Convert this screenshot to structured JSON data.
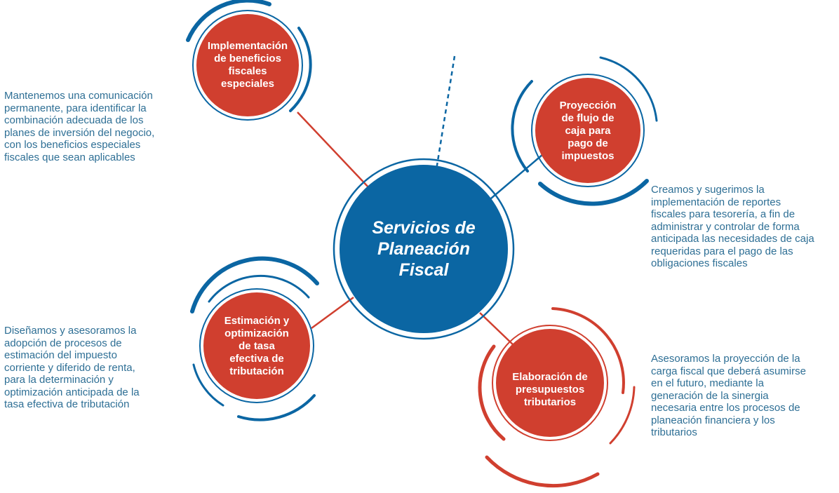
{
  "colors": {
    "red": "#d03f2f",
    "blue": "#0b66a3",
    "text_blue": "#2e6f95",
    "node_text": "#ffffff"
  },
  "center": {
    "label": "Servicios de\nPlaneación\nFiscal"
  },
  "nodes": [
    {
      "id": "implementacion",
      "label": "Implementación\nde beneficios\nfiscales\nespeciales",
      "description": "Mantenemos una comunicación\npermanente, para identificar la\ncombinación adecuada de los\nplanes de inversión del negocio,\ncon los beneficios especiales\nfiscales que sean aplicables",
      "arc_color": "blue"
    },
    {
      "id": "proyeccion",
      "label": "Proyección\nde flujo de\ncaja para\npago de\nimpuestos",
      "description": "Creamos y sugerimos la\nimplementación de reportes\nfiscales para tesorería, a fin de\nadministrar y controlar de forma\nanticipada las necesidades de caja\nrequeridas para el pago de las\nobligaciones fiscales",
      "arc_color": "blue"
    },
    {
      "id": "estimacion",
      "label": "Estimación y\noptimización\nde tasa\nefectiva de\ntributación",
      "description": "Diseñamos y asesoramos la\nadopción de procesos de\nestimación del impuesto\ncorriente y diferido de renta,\npara la determinación y\noptimización anticipada de la\ntasa efectiva de tributación",
      "arc_color": "blue"
    },
    {
      "id": "elaboracion",
      "label": "Elaboración de\npresupuestos\ntributarios",
      "description": "Asesoramos la proyección de la\ncarga fiscal que deberá asumirse\nen el futuro, mediante la\ngeneración de la sinergia\nnecesaria entre los procesos de\nplaneación financiera y los\ntributarios",
      "arc_color": "red"
    }
  ]
}
